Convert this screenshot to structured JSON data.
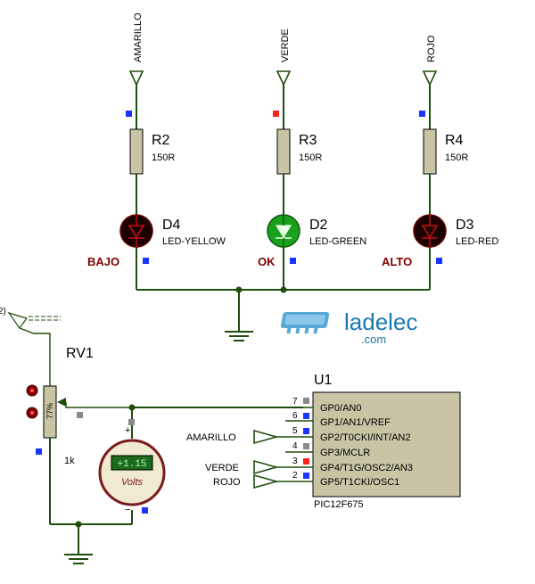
{
  "components": {
    "resistors": [
      {
        "ref": "R2",
        "value": "150R",
        "net": "AMARILLO"
      },
      {
        "ref": "R3",
        "value": "150R",
        "net": "VERDE"
      },
      {
        "ref": "R4",
        "value": "150R",
        "net": "ROJO"
      }
    ],
    "leds": [
      {
        "ref": "D4",
        "type": "LED-YELLOW",
        "status_label": "BAJO",
        "lit": false
      },
      {
        "ref": "D2",
        "type": "LED-GREEN",
        "status_label": "OK",
        "lit": true
      },
      {
        "ref": "D3",
        "type": "LED-RED",
        "status_label": "ALTO",
        "lit": false
      }
    ],
    "potentiometer": {
      "ref": "RV1",
      "value": "1k",
      "percent": "77%"
    },
    "voltmeter": {
      "reading": "+1.15",
      "unit": "Volts"
    },
    "mcu": {
      "ref": "U1",
      "part": "PIC12F675",
      "pins": [
        {
          "num": "7",
          "name": "GP0/AN0"
        },
        {
          "num": "6",
          "name": "GP1/AN1/VREF"
        },
        {
          "num": "5",
          "name": "GP2/T0CKI/INT/AN2"
        },
        {
          "num": "4",
          "name": "GP3/MCLR"
        },
        {
          "num": "3",
          "name": "GP4/T1G/OSC2/AN3"
        },
        {
          "num": "2",
          "name": "GP5/T1CKI/OSC1"
        }
      ],
      "input_labels": [
        "AMARILLO",
        "VERDE",
        "ROJO"
      ]
    },
    "pot_label": "2)",
    "vm_plus": "+",
    "vm_minus": "−"
  },
  "logo": {
    "brand": "ladelec",
    "suffix": ".com"
  },
  "colors": {
    "wire": "#1e4d0c",
    "component_fill": "#c8c4a4",
    "led_off": "#1a0000",
    "led_on": "#1aa01a",
    "status_label": "#800000",
    "marker_blue": "#1a35ff",
    "marker_red": "#ff2020",
    "marker_gray": "#8a8a8a",
    "voltmeter_body": "#f0ead0",
    "voltmeter_ring": "#7a1a1a",
    "lcd": "#1c6a1c",
    "logo": "#1a78b0"
  }
}
